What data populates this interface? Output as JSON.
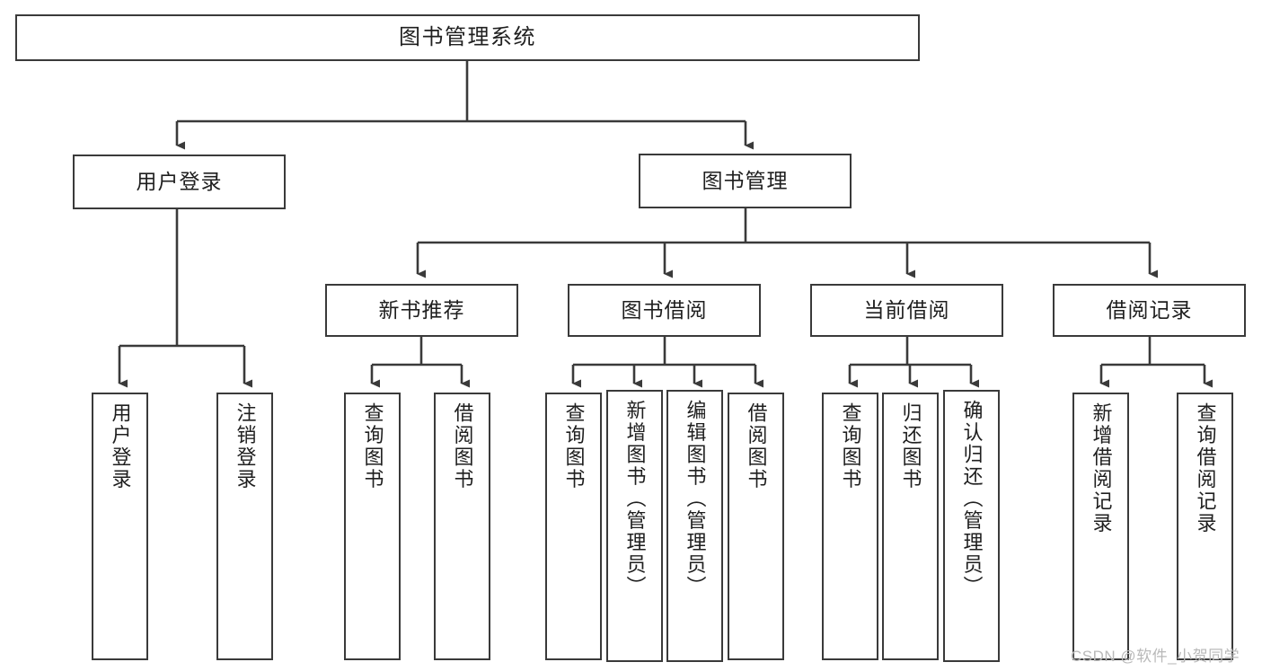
{
  "diagram": {
    "title": "图书管理系统",
    "type": "tree-hierarchy",
    "watermark": "CSDN @软件_小贺同学",
    "colors": {
      "stroke": "#3a3a3a",
      "fill": "#ffffff",
      "text": "#1f1f1f",
      "watermark": "#b9b9b9"
    }
  },
  "nodes": {
    "root": {
      "label": "图书管理系统"
    },
    "level2": [
      {
        "id": "user-login",
        "label": "用户登录"
      },
      {
        "id": "book-manage",
        "label": "图书管理"
      }
    ],
    "level3": [
      {
        "id": "new-book-recommend",
        "label": "新书推荐"
      },
      {
        "id": "book-borrow",
        "label": "图书借阅"
      },
      {
        "id": "current-borrow",
        "label": "当前借阅"
      },
      {
        "id": "borrow-record",
        "label": "借阅记录"
      }
    ],
    "leaves": {
      "user_login": [
        {
          "id": "leaf-user-login",
          "label": "用户登录"
        },
        {
          "id": "leaf-logout-login",
          "label": "注销登录"
        }
      ],
      "new_book_recommend": [
        {
          "id": "leaf-query-book-1",
          "label": "查询图书"
        },
        {
          "id": "leaf-borrow-book-1",
          "label": "借阅图书"
        }
      ],
      "book_borrow": [
        {
          "id": "leaf-query-book-2",
          "label": "查询图书"
        },
        {
          "id": "leaf-add-book",
          "label": "新增图书（管理员）"
        },
        {
          "id": "leaf-edit-book",
          "label": "编辑图书（管理员）"
        },
        {
          "id": "leaf-borrow-book-2",
          "label": "借阅图书"
        }
      ],
      "current_borrow": [
        {
          "id": "leaf-query-book-3",
          "label": "查询图书"
        },
        {
          "id": "leaf-return-book",
          "label": "归还图书"
        },
        {
          "id": "leaf-confirm-return",
          "label": "确认归还（管理员）"
        }
      ],
      "borrow_record": [
        {
          "id": "leaf-add-record",
          "label": "新增借阅记录"
        },
        {
          "id": "leaf-query-record",
          "label": "查询借阅记录"
        }
      ]
    }
  }
}
